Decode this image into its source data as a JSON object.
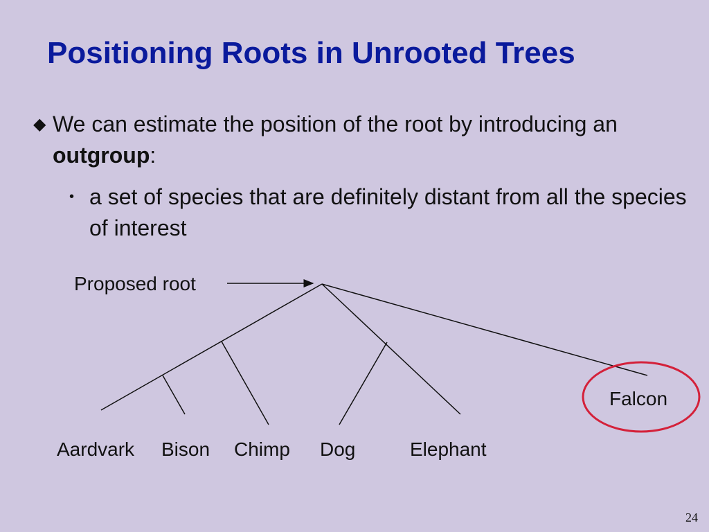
{
  "slide": {
    "title": "Positioning Roots in Unrooted Trees",
    "bullets": [
      {
        "marker": "◆",
        "text_before": "We can estimate the position of the root by introducing an ",
        "bold": "outgroup",
        "text_after": ":"
      },
      {
        "marker": "•",
        "text": "a set of species that are definitely distant from all the species of interest"
      }
    ],
    "page_number": "24"
  },
  "diagram": {
    "root_label": "Proposed root",
    "leaves": [
      "Aardvark",
      "Bison",
      "Chimp",
      "Dog",
      "Elephant"
    ],
    "outgroup": "Falcon",
    "colors": {
      "highlight": "#d4213a",
      "title": "#0a1a9c",
      "background": "#cfc7e0"
    }
  }
}
